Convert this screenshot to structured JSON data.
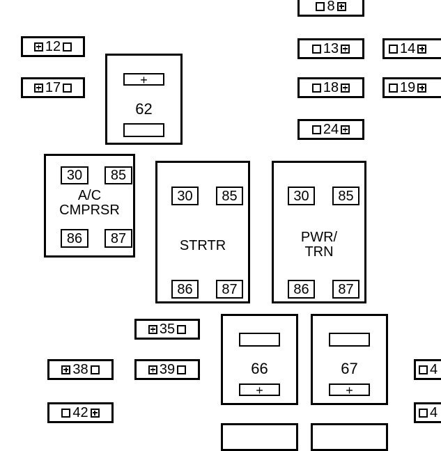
{
  "fuses": [
    {
      "num": "8",
      "plus_side": "right"
    },
    {
      "num": "12",
      "plus_side": "left"
    },
    {
      "num": "13",
      "plus_side": "right"
    },
    {
      "num": "14",
      "plus_side": "right"
    },
    {
      "num": "17",
      "plus_side": "left"
    },
    {
      "num": "18",
      "plus_side": "right"
    },
    {
      "num": "19",
      "plus_side": "right"
    },
    {
      "num": "24",
      "plus_side": "right"
    },
    {
      "num": "35",
      "plus_side": "left"
    },
    {
      "num": "38",
      "plus_side": "left"
    },
    {
      "num": "39",
      "plus_side": "left"
    },
    {
      "num": "42",
      "plus_side": "right"
    },
    {
      "num": "4",
      "plus_side": "none"
    },
    {
      "num": "4",
      "plus_side": "none"
    }
  ],
  "minifuses": {
    "m62": {
      "label": "62",
      "plus": "+"
    },
    "m66": {
      "label": "66",
      "plus": "+"
    },
    "m67": {
      "label": "67",
      "plus": "+"
    }
  },
  "relays": {
    "ac": {
      "t30": "30",
      "t85": "85",
      "t86": "86",
      "t87": "87",
      "line1": "A/C",
      "line2": "CMPRSR"
    },
    "strtr": {
      "t30": "30",
      "t85": "85",
      "t86": "86",
      "t87": "87",
      "line1": "STRTR"
    },
    "pwrtrn": {
      "t30": "30",
      "t85": "85",
      "t86": "86",
      "t87": "87",
      "line1": "PWR/",
      "line2": "TRN"
    }
  },
  "colors": {
    "line": "#000000",
    "background": "#ffffff"
  }
}
